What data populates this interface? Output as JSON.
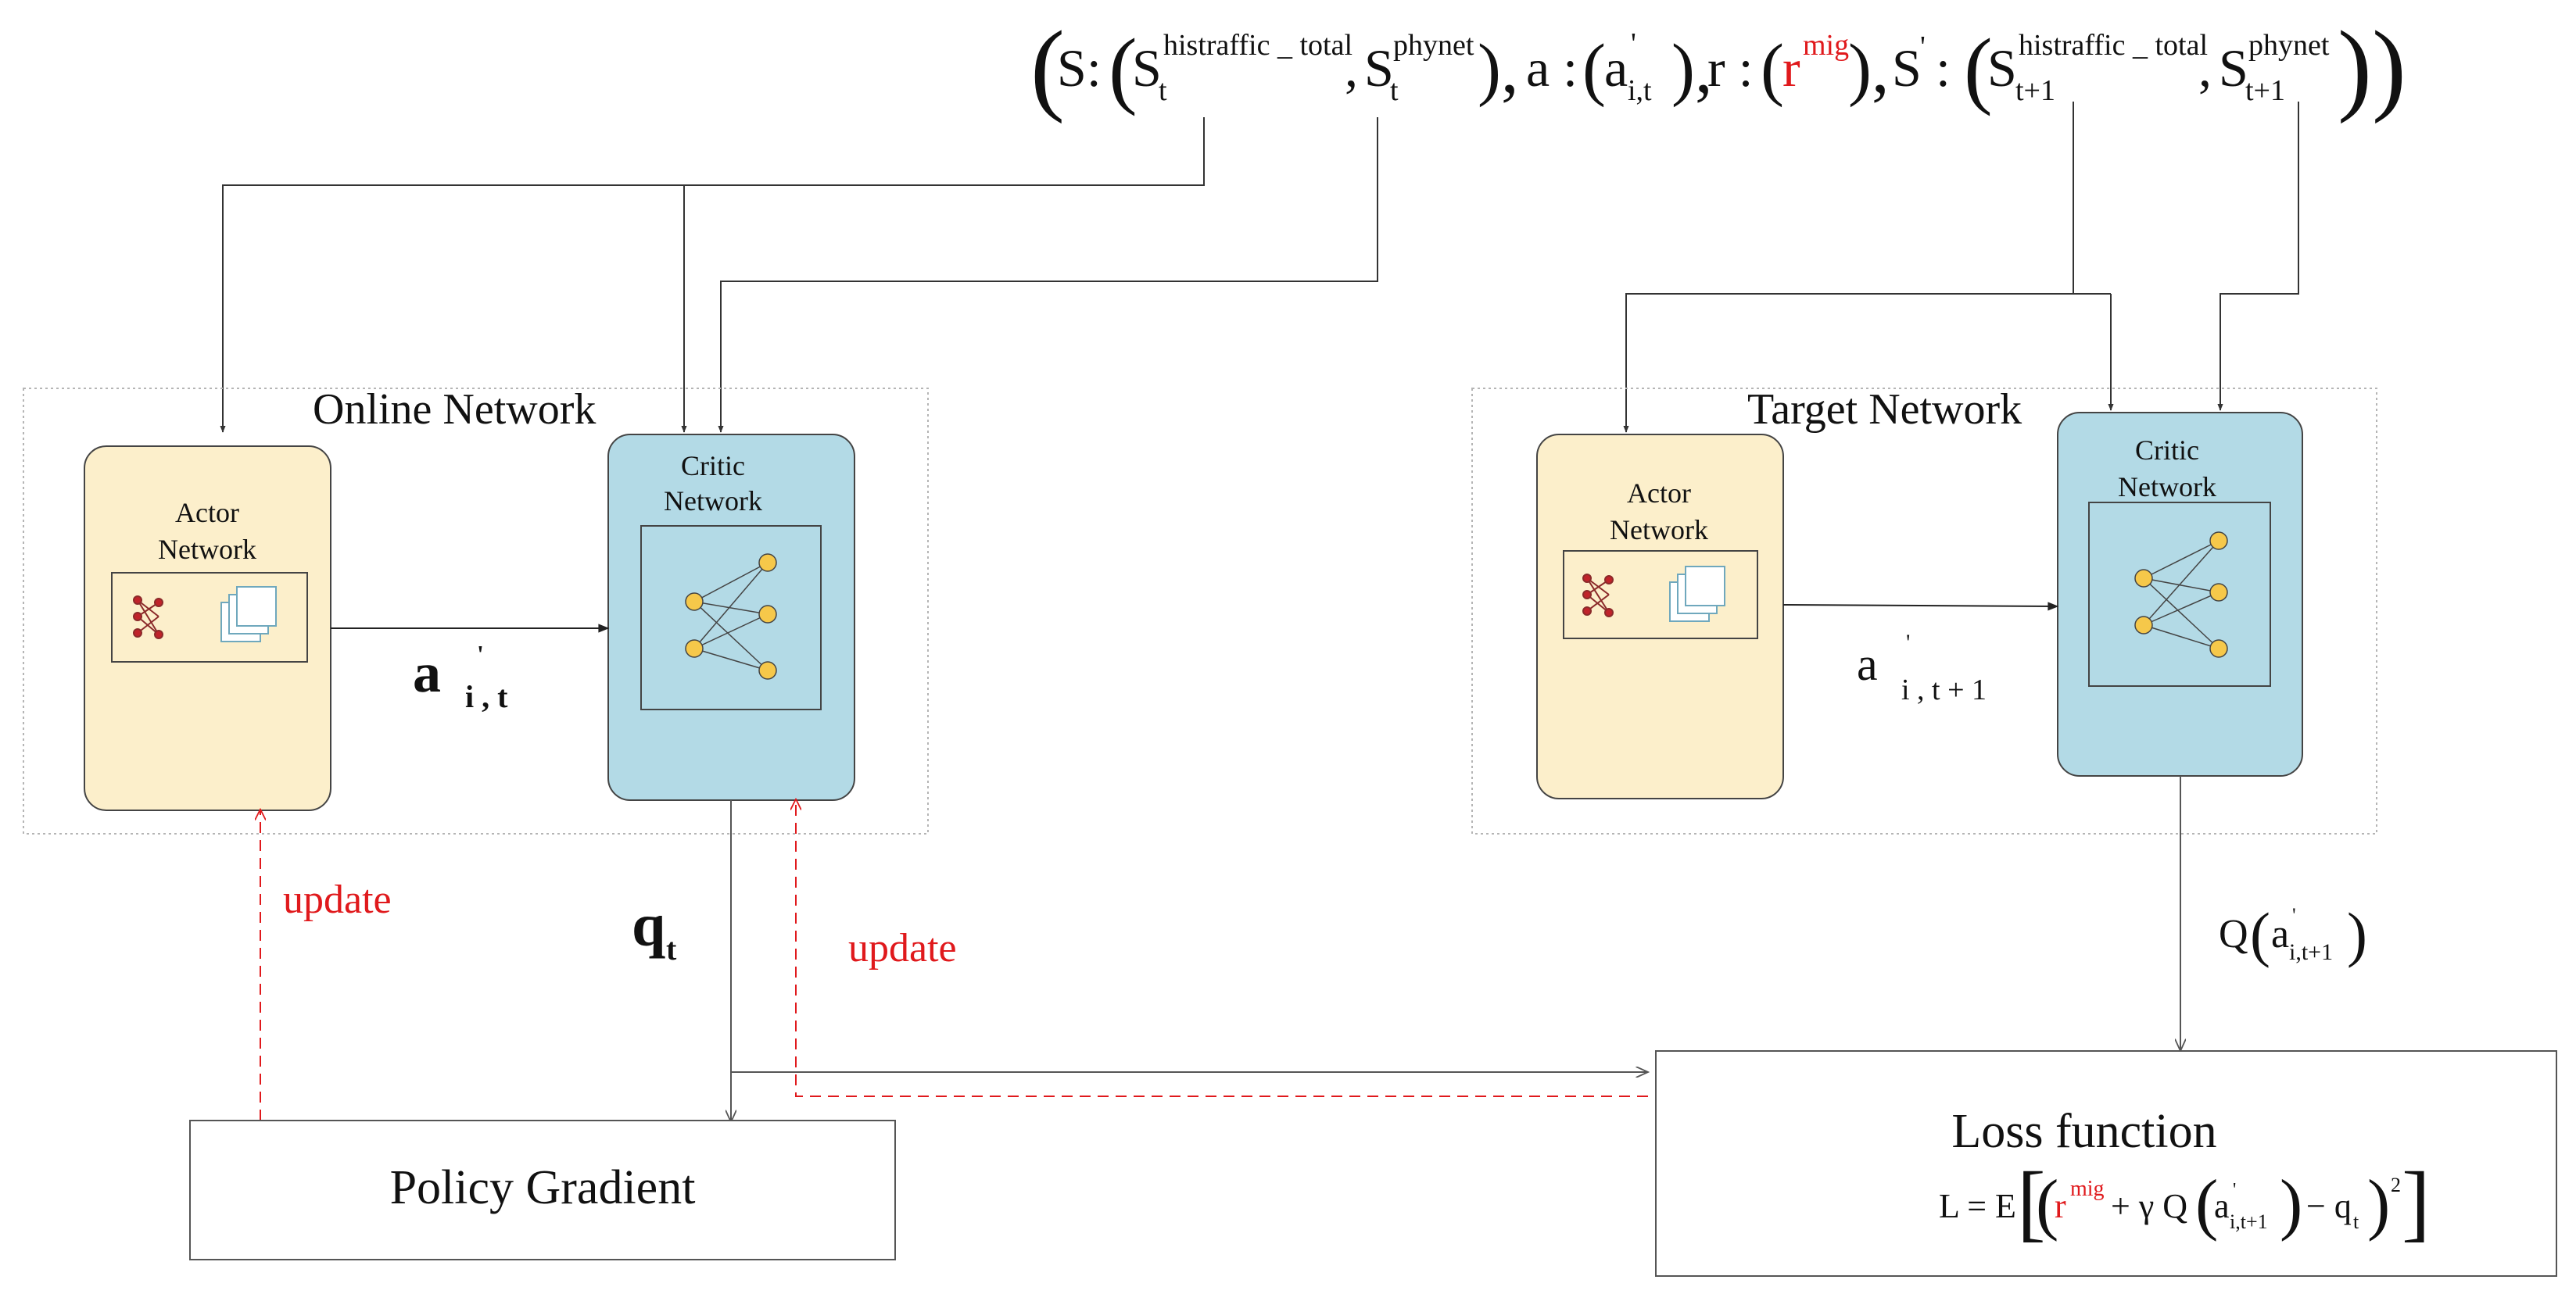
{
  "colors": {
    "actor_fill": "#fcefcb",
    "critic_fill": "#b3dae6",
    "node_fill": "#f6c84a",
    "red": "#e0191c",
    "line": "#333333",
    "dotted_border": "#b5b5b5"
  },
  "transition": {
    "open": "(",
    "s_label": "S:",
    "lparen_inner": "(",
    "s_base_1": "S",
    "s_sup_1": "histraffic _ total",
    "s_sub_1": "t",
    "comma_1": ",",
    "s_base_2": "S",
    "s_sup_2": "phynet",
    "s_sub_2": "t",
    "close_inner_1": "),",
    "a_label": "a :",
    "a_open": "(",
    "a_base": "a",
    "a_sup": "'",
    "a_sub": "i,t",
    "a_close": "),",
    "r_label": "r :",
    "r_open": "(",
    "r_base": "r",
    "r_sup": "mig",
    "r_close": "),",
    "sp_label": "S",
    "sp_prime": "'",
    "sp_colon": ":",
    "sp_open": "(",
    "sp_base_1": "S",
    "sp_sup_1": "histraffic _ total",
    "sp_sub_1": "t+1",
    "sp_comma": ",",
    "sp_base_2": "S",
    "sp_sup_2": "phynet",
    "sp_sub_2": "t+1",
    "close": "))"
  },
  "online": {
    "title": "Online Network",
    "actor_line1": "Actor",
    "actor_line2": "Network",
    "critic_line1": "Critic",
    "critic_line2": "Network",
    "action_base": "a",
    "action_prime": "'",
    "action_sub": "i , t"
  },
  "target": {
    "title": "Target Network",
    "actor_line1": "Actor",
    "actor_line2": "Network",
    "critic_line1": "Critic",
    "critic_line2": "Network",
    "action_base": "a",
    "action_prime": "'",
    "action_sub": "i , t + 1"
  },
  "q_online": {
    "base": "q",
    "sub": "t"
  },
  "q_target": {
    "prefix": "Q",
    "open": "(",
    "base": "a",
    "prime": "'",
    "sub": "i,t+1",
    "close": ")"
  },
  "update_actor": "update",
  "update_critic": "update",
  "policy_gradient": "Policy Gradient",
  "loss": {
    "title": "Loss function",
    "lhs": "L = E",
    "open_sq": "[",
    "open_par": "(",
    "r_base": "r",
    "r_sup": "mig",
    "plus_gamma": "+ γ Q",
    "q_open": "(",
    "a_base": "a",
    "a_prime": "'",
    "a_sub": "i,t+1",
    "q_close": ")",
    "minus_q": "− q",
    "q_sub": "t",
    "close_par": ")",
    "sq": "2",
    "close_sq": "]"
  }
}
